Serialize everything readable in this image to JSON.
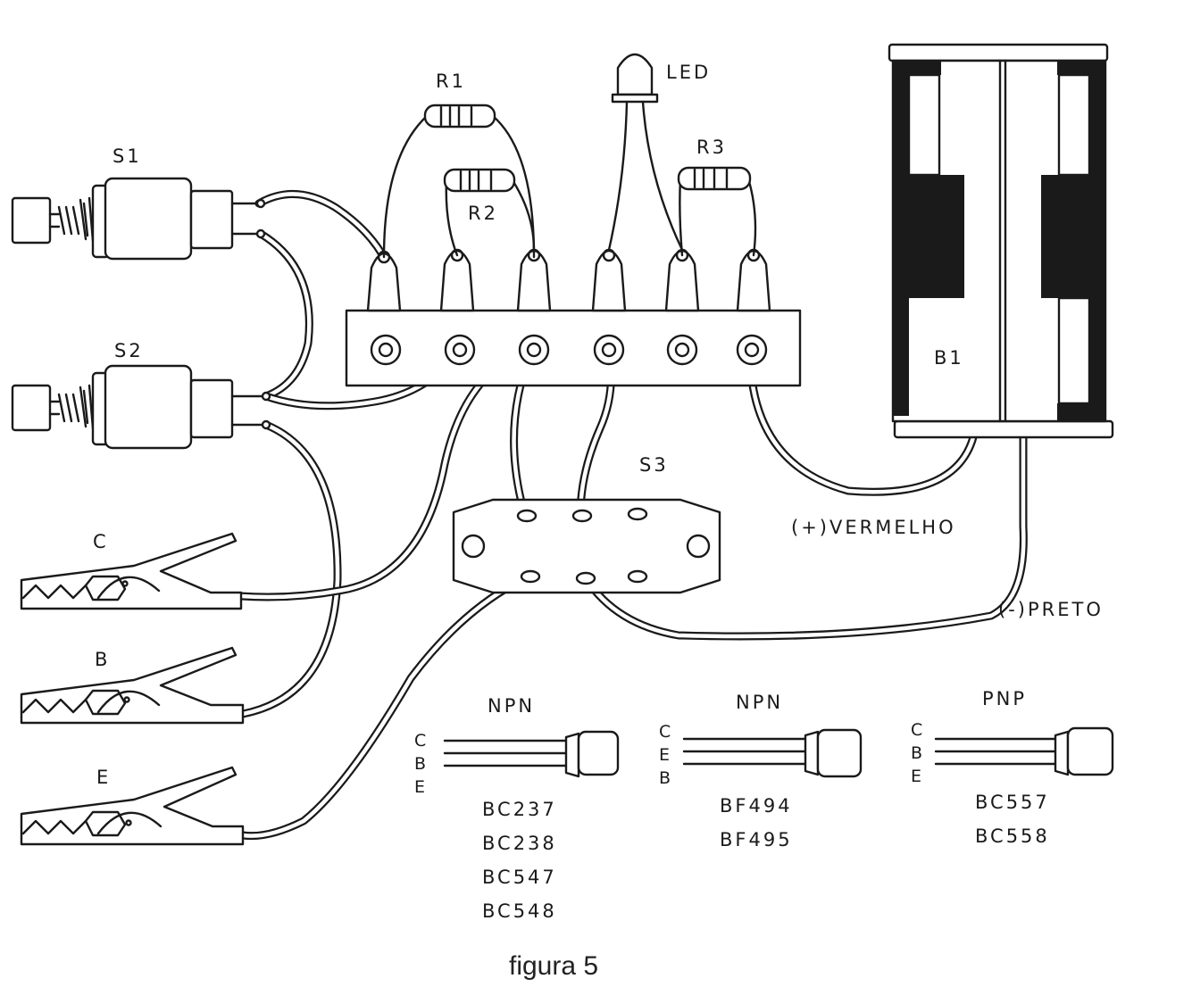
{
  "components": {
    "s1": "S1",
    "s2": "S2",
    "s3": "S3",
    "r1": "R1",
    "r2": "R2",
    "r3": "R3",
    "led": "LED",
    "b1": "B1"
  },
  "clips": {
    "c": "C",
    "b": "B",
    "e": "E"
  },
  "battery_leads": {
    "positive": "(+)VERMELHO",
    "negative": "(-)PRETO"
  },
  "transistors": [
    {
      "type": "NPN",
      "pins": [
        "C",
        "B",
        "E"
      ],
      "models": [
        "BC237",
        "BC238",
        "BC547",
        "BC548"
      ]
    },
    {
      "type": "NPN",
      "pins": [
        "C",
        "E",
        "B"
      ],
      "models": [
        "BF494",
        "BF495"
      ]
    },
    {
      "type": "PNP",
      "pins": [
        "C",
        "B",
        "E"
      ],
      "models": [
        "BC557",
        "BC558"
      ]
    }
  ],
  "caption": "figura 5"
}
